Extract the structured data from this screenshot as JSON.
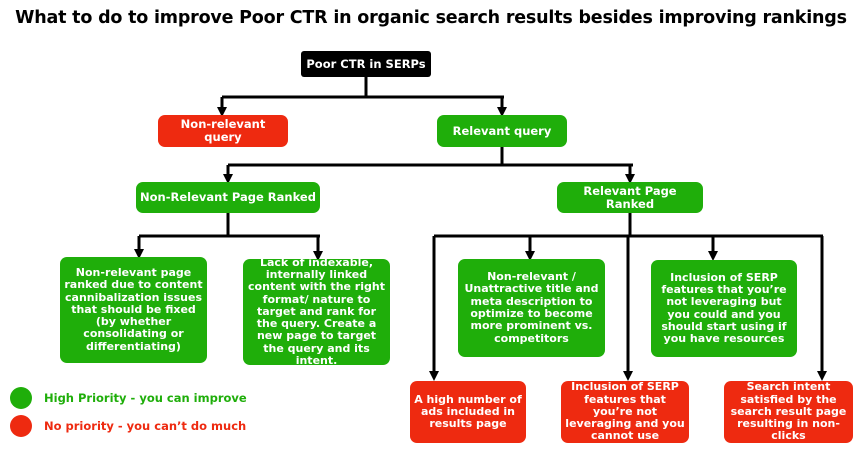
{
  "title": "What to do to improve Poor CTR in organic search results besides improving rankings",
  "nodes": {
    "root": "Poor CTR in SERPs",
    "non_relevant_query": "Non-relevant query",
    "relevant_query": "Relevant query",
    "non_relevant_page_ranked": "Non-Relevant Page Ranked",
    "relevant_page_ranked": "Relevant Page Ranked",
    "cannibalization": "Non-relevant page ranked due to content cannibalization issues that should be fixed (by whether consolidating or differentiating)",
    "lack_of_content": "Lack of indexable, internally linked content with the right format/ nature to target and rank for the query. Create a new page to target the query and its intent.",
    "title_meta": "Non-relevant / Unattractive title and meta description to optimize to become more prominent vs. competitors",
    "serp_features_can": "Inclusion of SERP features that you’re not leveraging but you could and you should start using if you have resources",
    "ads": "A high number of ads included in results page",
    "serp_features_cannot": "Inclusion of SERP features that you’re not leveraging and you cannot use",
    "intent_satisfied": "Search intent satisfied by the search result page resulting in non-clicks"
  },
  "legend": [
    {
      "label": "High Priority - you can improve",
      "color": "#1fae0a"
    },
    {
      "label": "No priority - you can’t do much",
      "color": "#ee2a10"
    }
  ]
}
